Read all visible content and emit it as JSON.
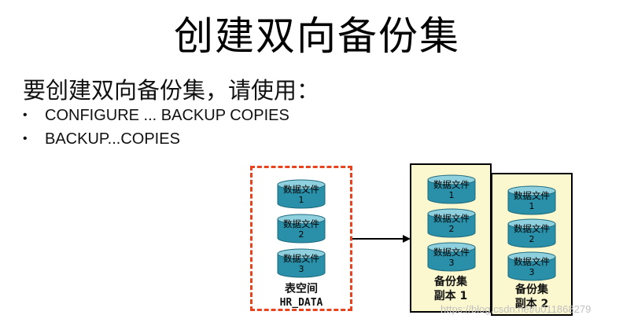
{
  "title": "创建双向备份集",
  "subtitle": "要创建双向备份集，请使用：",
  "bullets": [
    "CONFIGURE ... BACKUP COPIES",
    "BACKUP...COPIES"
  ],
  "tablespace": {
    "label": "表空间",
    "name": "HR_DATA",
    "datafiles": [
      {
        "label": "数据文件",
        "num": "1"
      },
      {
        "label": "数据文件",
        "num": "2"
      },
      {
        "label": "数据文件",
        "num": "3"
      }
    ]
  },
  "copies": [
    {
      "line1": "备份集",
      "line2": "副本 1",
      "datafiles": [
        {
          "label": "数据文件",
          "num": "1"
        },
        {
          "label": "数据文件",
          "num": "2"
        },
        {
          "label": "数据文件",
          "num": "3"
        }
      ]
    },
    {
      "line1": "备份集",
      "line2": "副本 2",
      "datafiles": [
        {
          "label": "数据文件",
          "num": "1"
        },
        {
          "label": "数据文件",
          "num": "2"
        },
        {
          "label": "数据文件",
          "num": "3"
        }
      ]
    }
  ],
  "watermark": "https://blog.csdn.net/u011868279",
  "colors": {
    "dashed_border": "#e8421e",
    "cylinder": "#2a8fa8",
    "copy_fill": "#fbf8cf"
  }
}
